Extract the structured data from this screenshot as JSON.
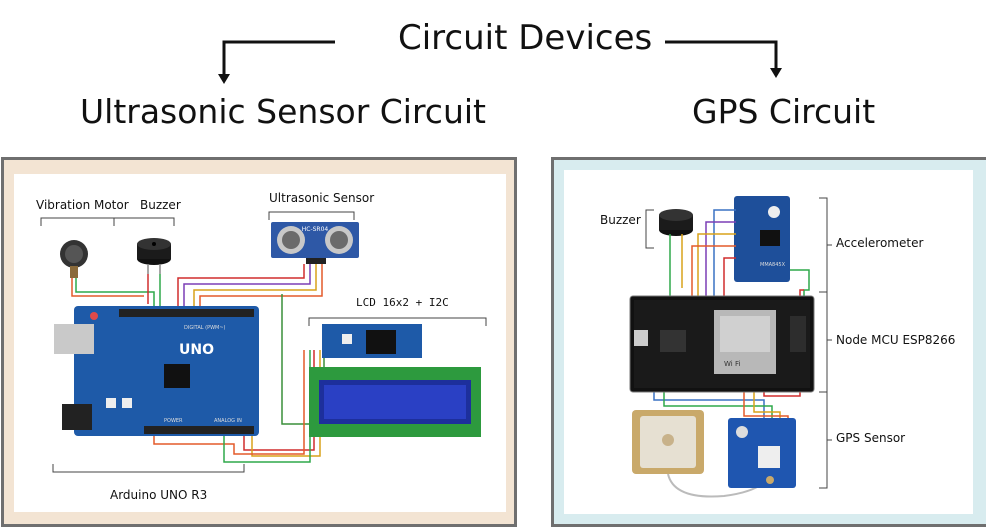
{
  "title": "Circuit Devices",
  "left": {
    "heading": "Ultrasonic Sensor Circuit",
    "labels": {
      "vibration_motor": "Vibration Motor",
      "buzzer": "Buzzer",
      "ultrasonic": "Ultrasonic Sensor",
      "lcd": "LCD 16x2 + I2C",
      "arduino": "Arduino UNO R3"
    },
    "board_text": {
      "uno": "UNO",
      "sr04": "HC-SR04",
      "digital": "DIGITAL (PWM~)",
      "analog": "ANALOG IN",
      "power": "POWER"
    },
    "colors": {
      "frame": "#f3e4d3",
      "border": "#6f6f6f"
    }
  },
  "right": {
    "heading": "GPS Circuit",
    "labels": {
      "buzzer": "Buzzer",
      "accelerometer": "Accelerometer",
      "nodemcu": "Node MCU ESP8266",
      "gps": "GPS Sensor"
    },
    "board_text": {
      "wifi": "Wi Fi",
      "mma": "MMA845X"
    },
    "colors": {
      "frame": "#d8ecef",
      "border": "#6f6f6f"
    }
  }
}
